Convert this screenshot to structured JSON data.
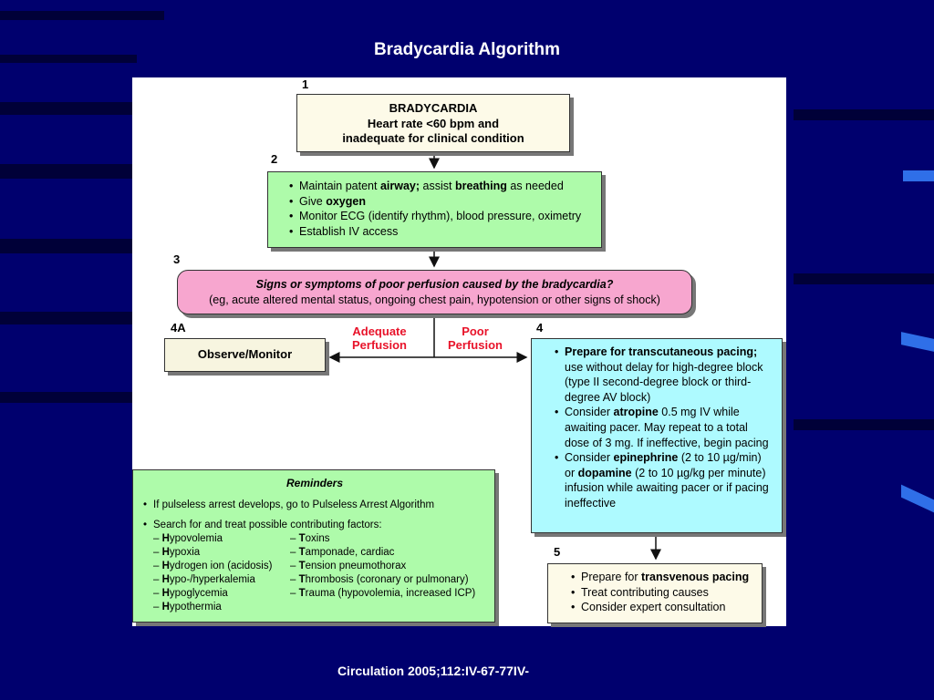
{
  "slide": {
    "title": "Bradycardia Algorithm",
    "source": "Circulation 2005;112:IV-67-77IV-"
  },
  "steps": {
    "s1": {
      "number": "1",
      "lines": [
        "BRADYCARDIA",
        "Heart rate <60 bpm and",
        "inadequate for clinical condition"
      ]
    },
    "s2": {
      "number": "2",
      "items": [
        [
          {
            "t": "Maintain patent "
          },
          {
            "t": "airway;",
            "b": true
          },
          {
            "t": " assist "
          },
          {
            "t": "breathing",
            "b": true
          },
          {
            "t": " as needed"
          }
        ],
        [
          {
            "t": "Give "
          },
          {
            "t": "oxygen",
            "b": true
          }
        ],
        [
          {
            "t": "Monitor ECG (identify rhythm), blood pressure, oximetry"
          }
        ],
        [
          {
            "t": "Establish IV access"
          }
        ]
      ]
    },
    "s3": {
      "number": "3",
      "question": "Signs or symptoms of poor perfusion caused by the bradycardia?",
      "examples": "(eg, acute altered mental status, ongoing chest pain, hypotension or other signs of shock)"
    },
    "s4a": {
      "number": "4A",
      "label": "Observe/Monitor",
      "branch_label_1": "Adequate",
      "branch_label_2": "Perfusion"
    },
    "s4": {
      "number": "4",
      "branch_label_1": "Poor",
      "branch_label_2": "Perfusion",
      "items": [
        [
          {
            "t": "Prepare for transcutaneous pacing;",
            "b": true
          },
          {
            "t": " use without delay for high-degree block (type II second-degree block or third-degree AV block)"
          }
        ],
        [
          {
            "t": "Consider "
          },
          {
            "t": "atropine",
            "b": true
          },
          {
            "t": " 0.5 mg IV while awaiting pacer. May repeat to a total dose of 3 mg. If ineffective, begin pacing"
          }
        ],
        [
          {
            "t": "Consider "
          },
          {
            "t": "epinephrine",
            "b": true
          },
          {
            "t": " (2 to 10 µg/min) or "
          },
          {
            "t": "dopamine",
            "b": true
          },
          {
            "t": " (2 to 10 µg/kg per minute) infusion while awaiting pacer or if pacing ineffective"
          }
        ]
      ]
    },
    "s5": {
      "number": "5",
      "items": [
        [
          {
            "t": "Prepare for "
          },
          {
            "t": "transvenous pacing",
            "b": true
          }
        ],
        [
          {
            "t": "Treat contributing causes"
          }
        ],
        [
          {
            "t": "Consider expert consultation"
          }
        ]
      ]
    }
  },
  "reminders": {
    "title": "Reminders",
    "item1": "If pulseless arrest develops, go to Pulseless Arrest Algorithm",
    "item2": "Search for and treat possible contributing factors:",
    "h_factors": [
      {
        "letter": "H",
        "rest": "ypovolemia"
      },
      {
        "letter": "H",
        "rest": "ypoxia"
      },
      {
        "letter": "H",
        "rest": "ydrogen ion (acidosis)"
      },
      {
        "letter": "H",
        "rest": "ypo-/hyperkalemia"
      },
      {
        "letter": "H",
        "rest": "ypoglycemia"
      },
      {
        "letter": "H",
        "rest": "ypothermia"
      }
    ],
    "t_factors": [
      {
        "letter": "T",
        "rest": "oxins"
      },
      {
        "letter": "T",
        "rest": "amponade, cardiac"
      },
      {
        "letter": "T",
        "rest": "ension pneumothorax"
      },
      {
        "letter": "T",
        "rest": "hrombosis (coronary or pulmonary)"
      },
      {
        "letter": "T",
        "rest": "rauma (hypovolemia, increased ICP)"
      }
    ]
  },
  "colors": {
    "background": "#00006e",
    "step1_fill": "#fdfae8",
    "step2_fill": "#aefbaa",
    "step3_fill": "#f7a6cf",
    "step4_fill": "#aefaff",
    "step5_fill": "#fdfae8",
    "reminders_fill": "#aefbaa",
    "observe_fill": "#f7f5e0",
    "branch_label": "#e8132a"
  }
}
